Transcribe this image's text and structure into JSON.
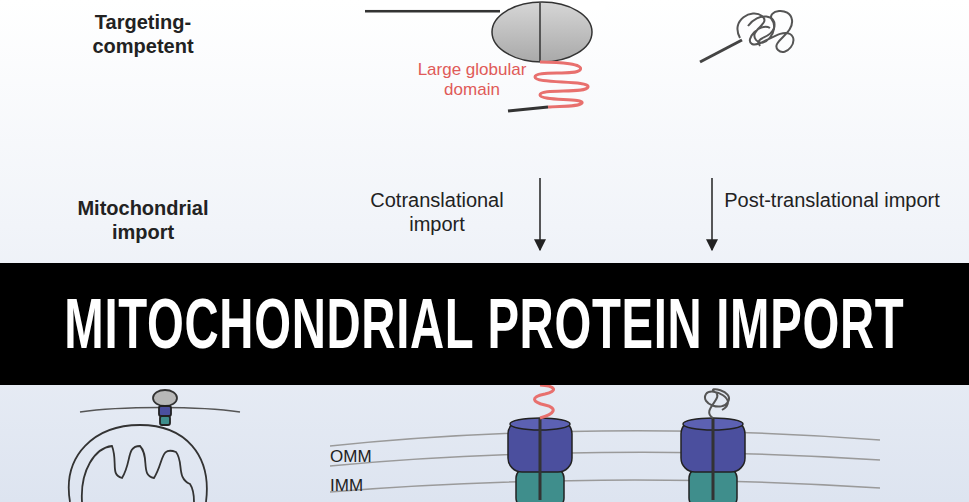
{
  "diagram": {
    "title": "MITOCHONDRIAL PROTEIN IMPORT",
    "labels": [
      "Targeting-competent",
      "Large globular domain",
      "Mitochondrial import",
      "Cotranslational import",
      "Post-translational import",
      "OMM",
      "IMM"
    ]
  }
}
